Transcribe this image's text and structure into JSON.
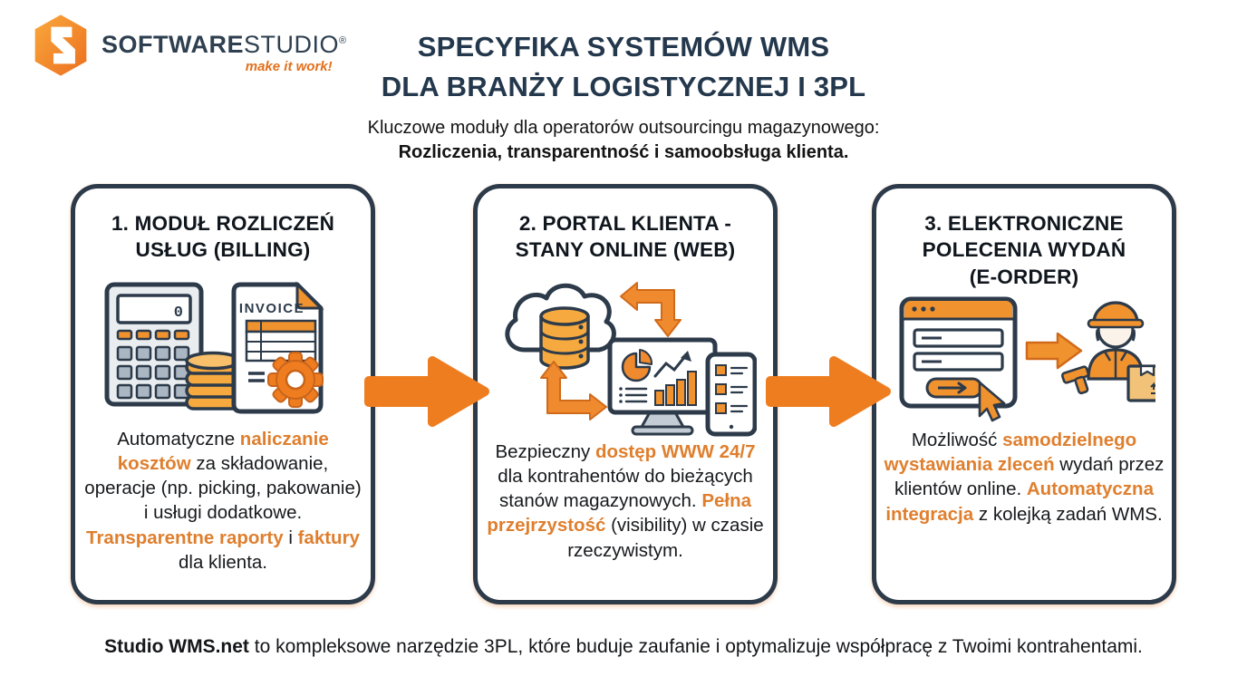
{
  "colors": {
    "accent_orange": "#ee7d20",
    "highlight_orange": "#df7f2e",
    "navy_border": "#2c3a4a",
    "title_navy": "#24384d",
    "text_dark": "#141414"
  },
  "logo": {
    "brand_bold": "SOFTWARE",
    "brand_light": "STUDIO",
    "registered": "®",
    "tagline": "make it work!"
  },
  "header": {
    "title_lines": [
      "SPECYFIKA SYSTEMÓW WMS",
      "DLA BRANŻY LOGISTYCZNEJ I 3PL"
    ],
    "subtitle_regular": "Kluczowe moduły dla operatorów outsourcingu magazynowego:",
    "subtitle_bold": "Rozliczenia, transparentność i samoobsługa klienta."
  },
  "cards": [
    {
      "title_lines": [
        "1. MODUŁ ROZLICZEŃ",
        "USŁUG (BILLING)"
      ],
      "icon": "billing-calculator-invoice-icon",
      "icon_texts": {
        "invoice_label": "INVOICE",
        "calculator_display": "0"
      },
      "body_segments": [
        {
          "t": "Automatyczne ",
          "hl": false
        },
        {
          "t": "naliczanie kosztów",
          "hl": true
        },
        {
          "t": " za składowanie, operacje (np. picking, pakowanie) i usługi dodatkowe. ",
          "hl": false
        },
        {
          "t": "Transparentne raporty",
          "hl": true
        },
        {
          "t": " i ",
          "hl": false
        },
        {
          "t": "faktury",
          "hl": true
        },
        {
          "t": " dla klienta.",
          "hl": false
        }
      ]
    },
    {
      "title_lines": [
        "2. PORTAL KLIENTA -",
        "STANY ONLINE (WEB)"
      ],
      "icon": "cloud-database-dashboard-icon",
      "body_segments": [
        {
          "t": "Bezpieczny ",
          "hl": false
        },
        {
          "t": "dostęp WWW 24/7",
          "hl": true
        },
        {
          "t": " dla kontrahentów do bieżących stanów magazynowych. ",
          "hl": false
        },
        {
          "t": "Pełna przejrzystość",
          "hl": true
        },
        {
          "t": " (visibility) w czasie rzeczywistym.",
          "hl": false
        }
      ]
    },
    {
      "title_lines": [
        "3. ELEKTRONICZNE",
        "POLECENIA WYDAŃ",
        "(E-ORDER)"
      ],
      "icon": "eorder-webform-courier-icon",
      "body_segments": [
        {
          "t": "Możliwość ",
          "hl": false
        },
        {
          "t": "samodzielnego wystawiania zleceń",
          "hl": true
        },
        {
          "t": " wydań przez klientów online. ",
          "hl": false
        },
        {
          "t": "Automatyczna integracja",
          "hl": true
        },
        {
          "t": " z kolejką zadań WMS.",
          "hl": false
        }
      ]
    }
  ],
  "footer": {
    "lead_bold": "Studio WMS.net",
    "rest": " to kompleksowe narzędzie 3PL, które buduje zaufanie i optymalizuje współpracę z Twoimi kontrahentami."
  }
}
